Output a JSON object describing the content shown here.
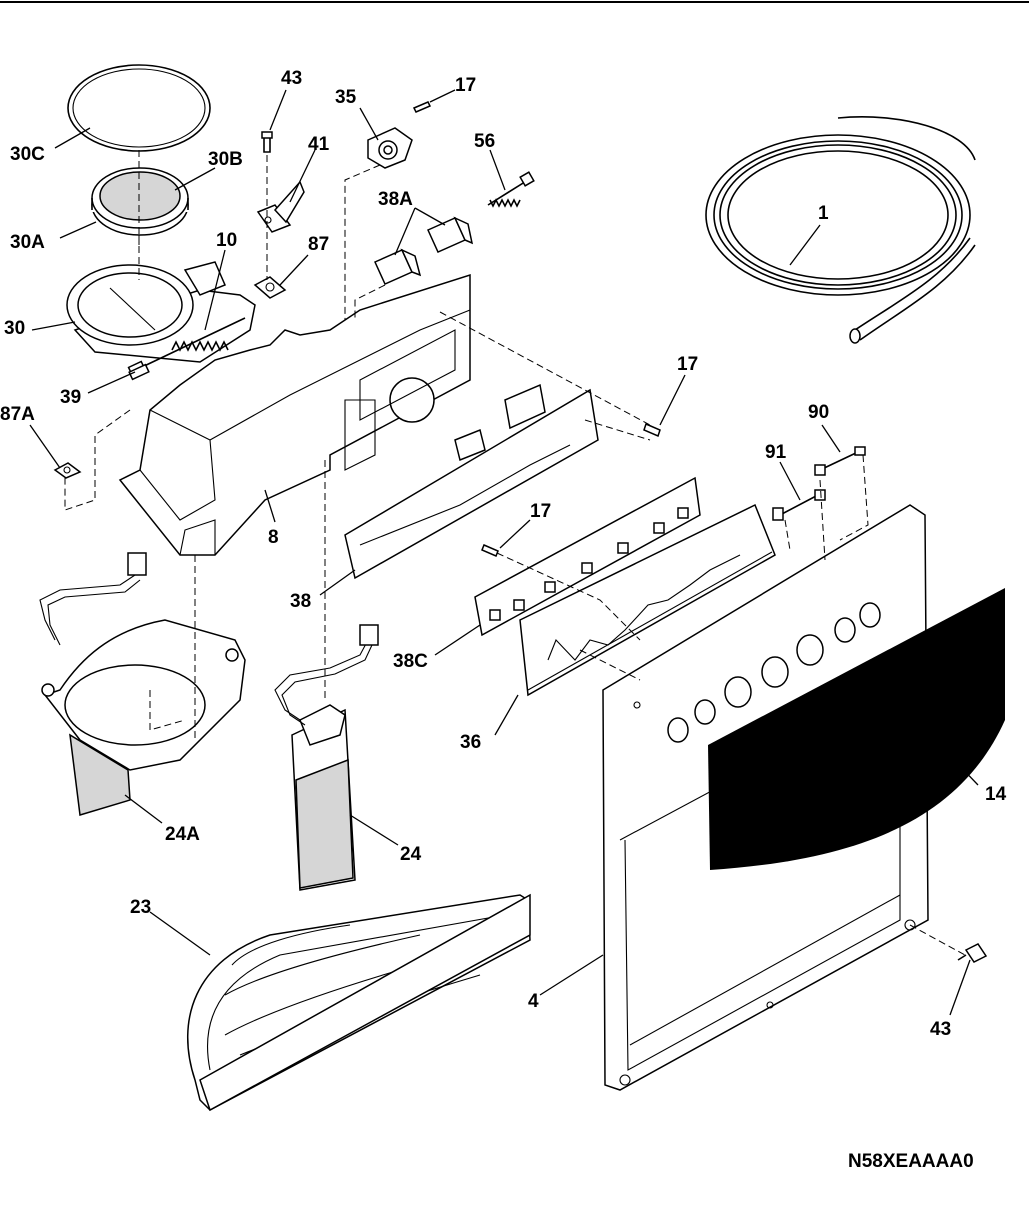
{
  "diagram": {
    "drawing_code": "N58XEAAAA0",
    "callouts": [
      {
        "id": "43"
      },
      {
        "id": "35"
      },
      {
        "id": "17"
      },
      {
        "id": "56"
      },
      {
        "id": "41"
      },
      {
        "id": "30C"
      },
      {
        "id": "30B"
      },
      {
        "id": "38A"
      },
      {
        "id": "30A"
      },
      {
        "id": "10"
      },
      {
        "id": "87"
      },
      {
        "id": "1"
      },
      {
        "id": "30"
      },
      {
        "id": "39"
      },
      {
        "id": "17"
      },
      {
        "id": "87A"
      },
      {
        "id": "90"
      },
      {
        "id": "91"
      },
      {
        "id": "8"
      },
      {
        "id": "17"
      },
      {
        "id": "38"
      },
      {
        "id": "38C"
      },
      {
        "id": "36"
      },
      {
        "id": "14"
      },
      {
        "id": "24A"
      },
      {
        "id": "24"
      },
      {
        "id": "23"
      },
      {
        "id": "4"
      },
      {
        "id": "43"
      }
    ]
  }
}
